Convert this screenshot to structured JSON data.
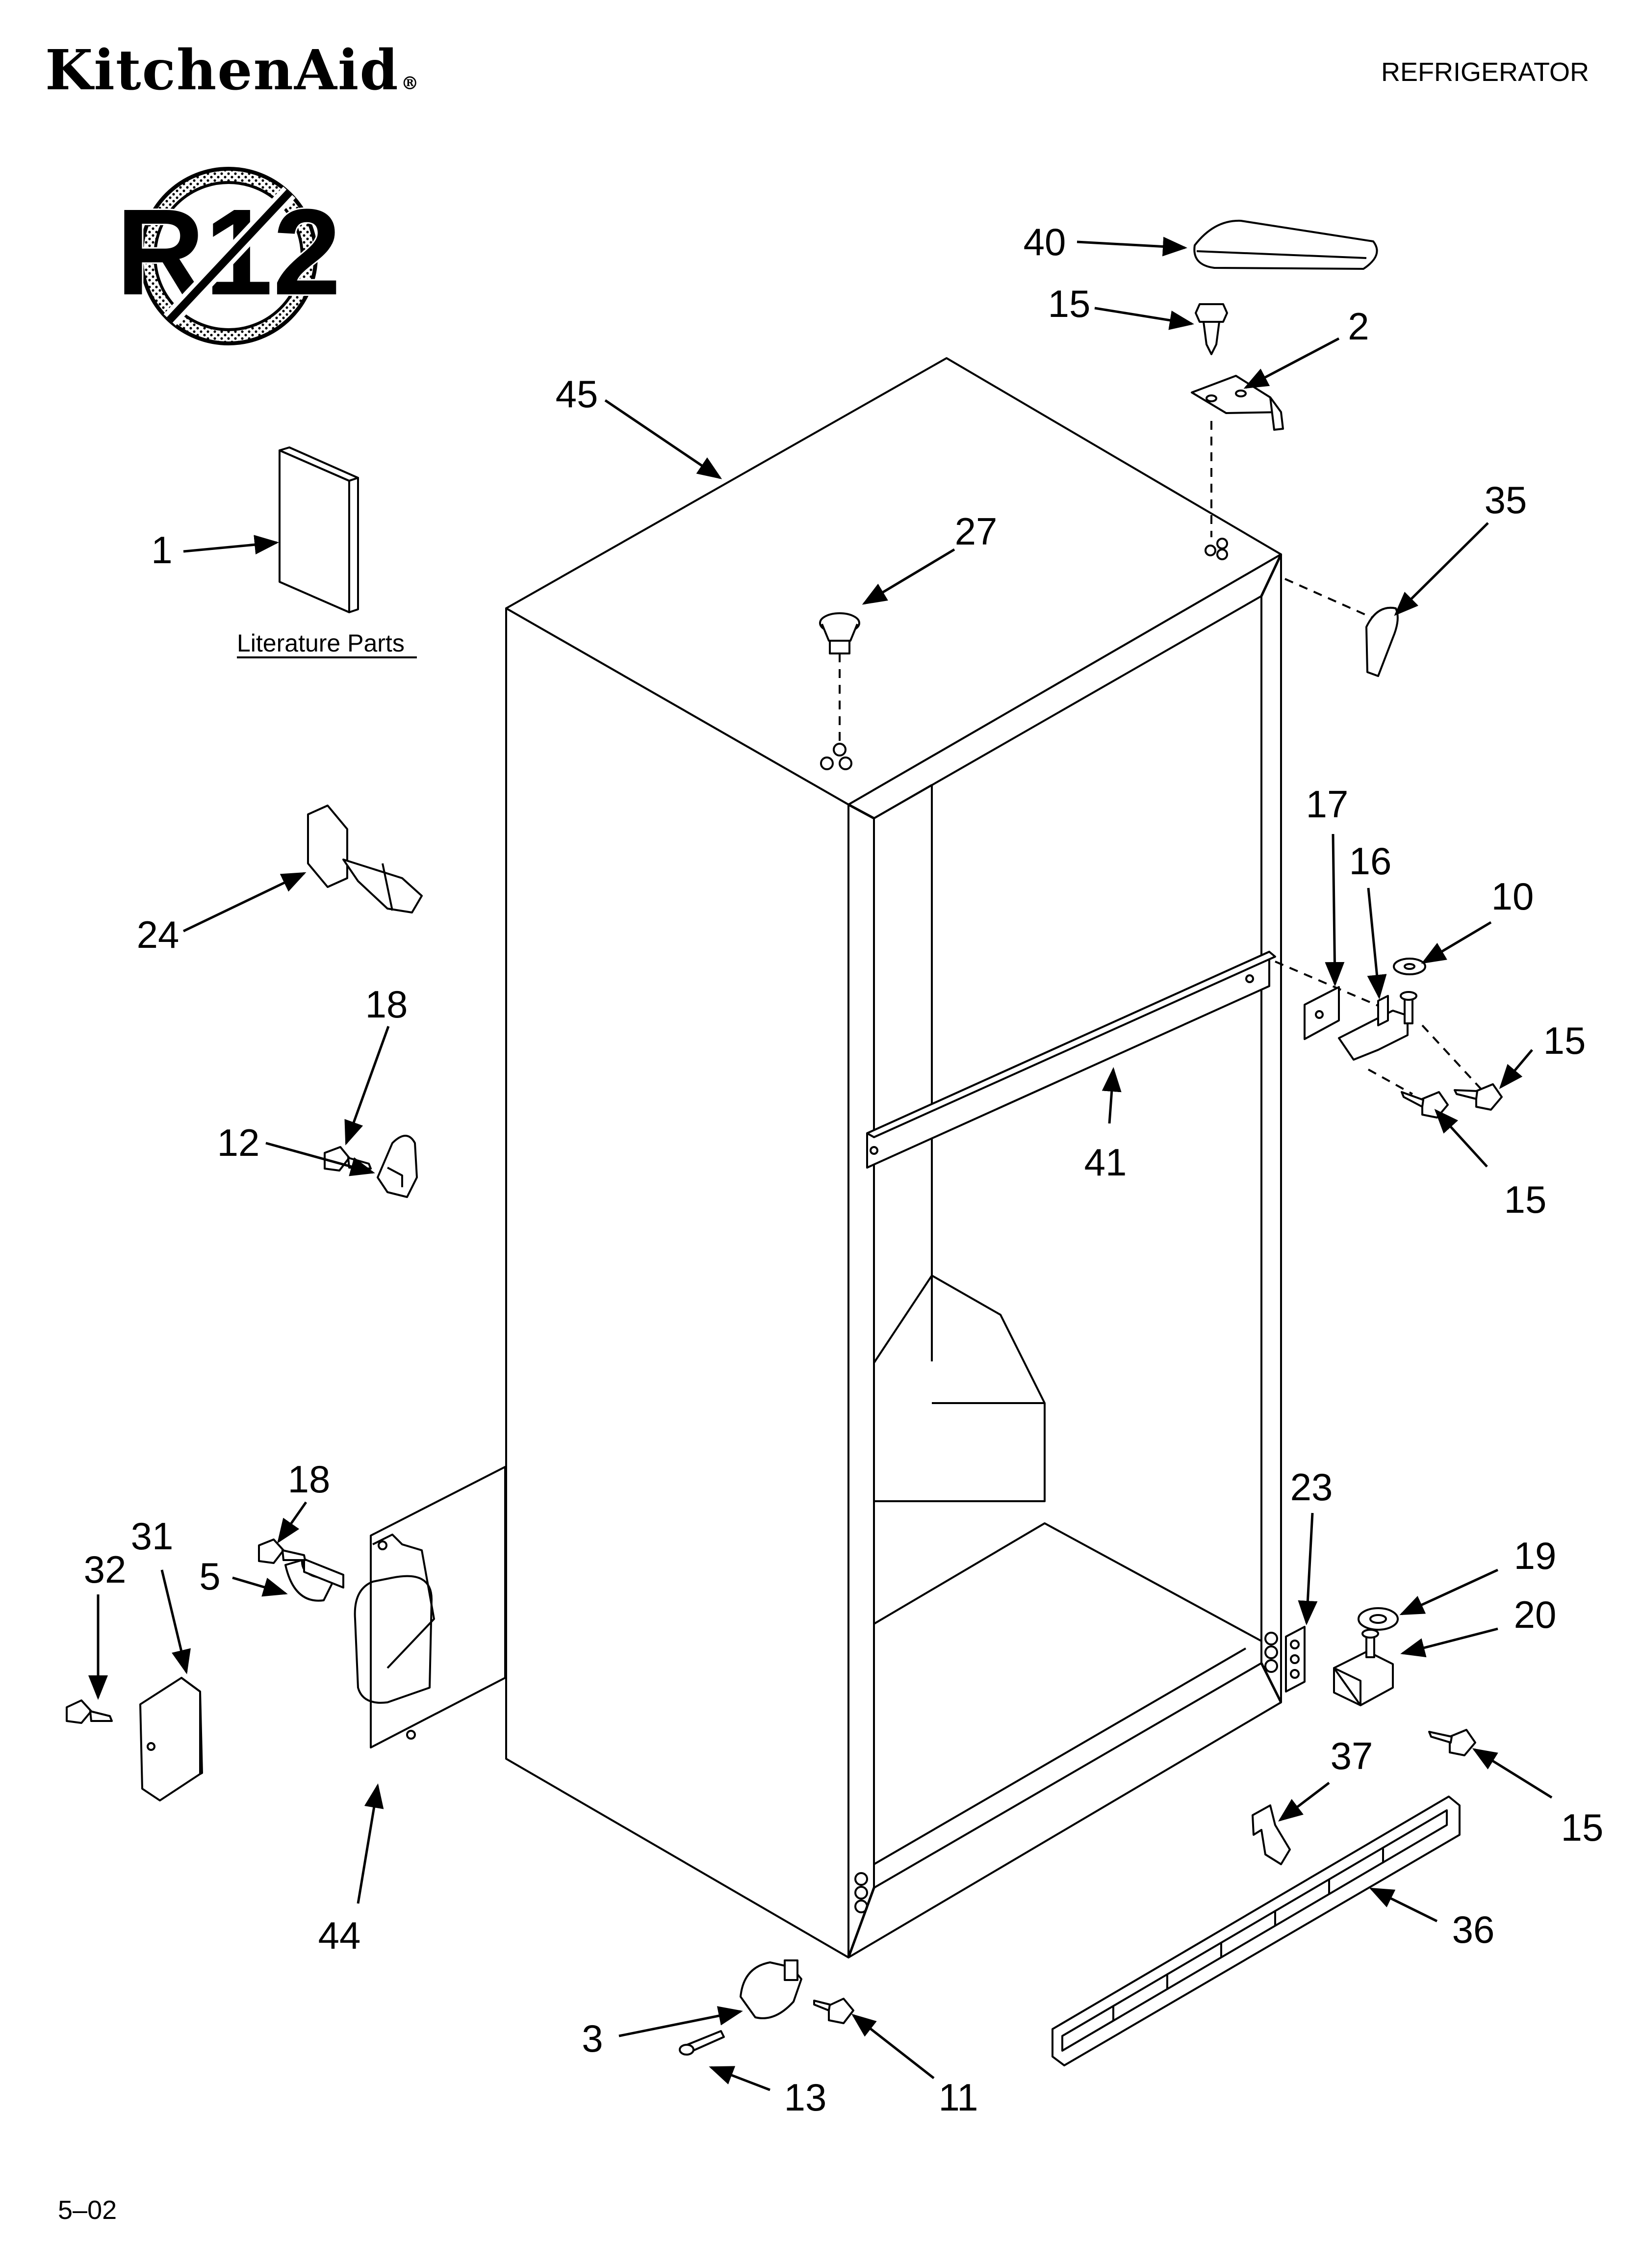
{
  "header": {
    "brand": "KitchenAid",
    "brand_mark": "®",
    "document_type": "REFRIGERATOR"
  },
  "badge": {
    "label": "R12",
    "icon": "no-r12-icon"
  },
  "literature_label": "Literature Parts",
  "footer": {
    "code": "5–02"
  },
  "callouts": {
    "c1": "1",
    "c2": "2",
    "c3": "3",
    "c5": "5",
    "c10": "10",
    "c11": "11",
    "c12": "12",
    "c13": "13",
    "c15a": "15",
    "c15b": "15",
    "c15c": "15",
    "c15d": "15",
    "c16": "16",
    "c17": "17",
    "c18a": "18",
    "c18b": "18",
    "c19": "19",
    "c20": "20",
    "c23": "23",
    "c24": "24",
    "c27": "27",
    "c31": "31",
    "c32": "32",
    "c35": "35",
    "c36": "36",
    "c37": "37",
    "c40": "40",
    "c41": "41",
    "c44": "44",
    "c45": "45"
  }
}
